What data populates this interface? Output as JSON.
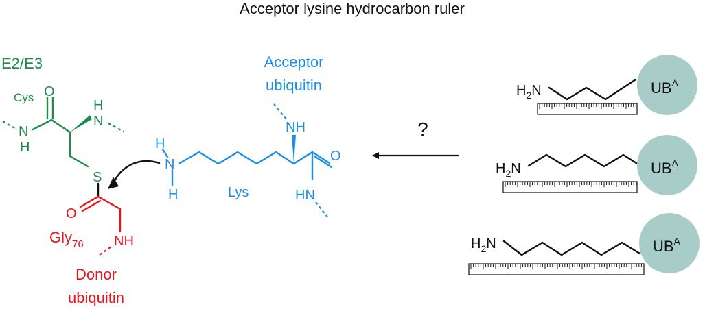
{
  "title": "Acceptor lysine hydrocarbon ruler",
  "e2e3": {
    "label": "E2/E3",
    "cys": "Cys",
    "o": "O",
    "nh_top": "N",
    "nh_top_h": "H",
    "n_left": "N",
    "n_left_h": "H",
    "s": "S"
  },
  "donor": {
    "o": "O",
    "gly": "Gly",
    "gly_sub": "76",
    "nh": "NH",
    "line1": "Donor",
    "line2": "ubiquitin"
  },
  "acceptor": {
    "line1": "Acceptor",
    "line2": "ubiquitin",
    "nh_top": "NH",
    "h_top": "H",
    "n": "N",
    "h_bottom": "H",
    "lys": "Lys",
    "o": "O",
    "hn": "HN"
  },
  "question": "?",
  "variants": [
    {
      "h2n_h": "H",
      "h2n_sub": "2",
      "h2n_n": "N",
      "ub": "UB",
      "ub_sup": "A"
    },
    {
      "h2n_h": "H",
      "h2n_sub": "2",
      "h2n_n": "N",
      "ub": "UB",
      "ub_sup": "A"
    },
    {
      "h2n_h": "H",
      "h2n_sub": "2",
      "h2n_n": "N",
      "ub": "UB",
      "ub_sup": "A"
    }
  ],
  "colors": {
    "e2e3": "#1f8a4c",
    "acceptor": "#1a8fe3",
    "donor": "#e8141c",
    "ub_circle": "#a8cdc9"
  }
}
